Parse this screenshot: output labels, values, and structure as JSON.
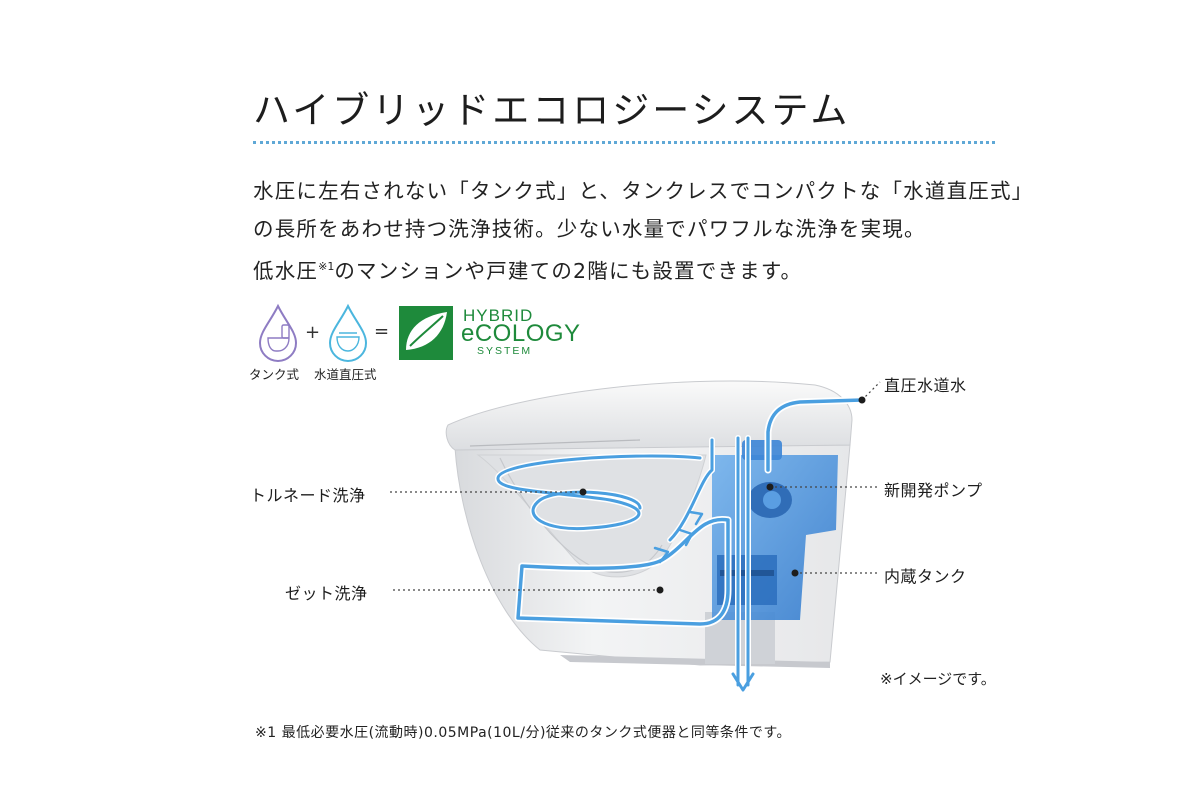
{
  "title": "ハイブリッドエコロジーシステム",
  "description": {
    "line1": "水圧に左右されない「タンク式」と、タンクレスでコンパクトな「水道直圧式」",
    "line2": "の長所をあわせ持つ洗浄技術。少ない水量でパワフルな洗浄を実現。",
    "line3_before": "低水圧",
    "line3_sup": "※1",
    "line3_after": "のマンションや戸建ての2階にも設置できます。"
  },
  "formula": {
    "plus": "+",
    "equals": "=",
    "tank_label": "タンク式",
    "direct_label": "水道直圧式",
    "logo": {
      "line1": "HYBRID",
      "line2": "eCOLOGY",
      "line3": "SYSTEM",
      "color": "#1e8a3b"
    }
  },
  "callouts": {
    "direct_water": "直圧水道水",
    "pump": "新開発ポンプ",
    "tank": "内蔵タンク",
    "tornado": "トルネード洗浄",
    "zet": "ゼット洗浄"
  },
  "image_note": "※イメージです。",
  "footnote": "※1 最低必要水圧(流動時)0.05MPa(10L/分)従来のタンク式便器と同等条件です。",
  "colors": {
    "accent_line": "#5fa8d6",
    "water": "#4a9fe0",
    "tank_blue": "#3a86d8",
    "tank_drop": "#8e7cc3",
    "direct_drop": "#4bb6de"
  }
}
